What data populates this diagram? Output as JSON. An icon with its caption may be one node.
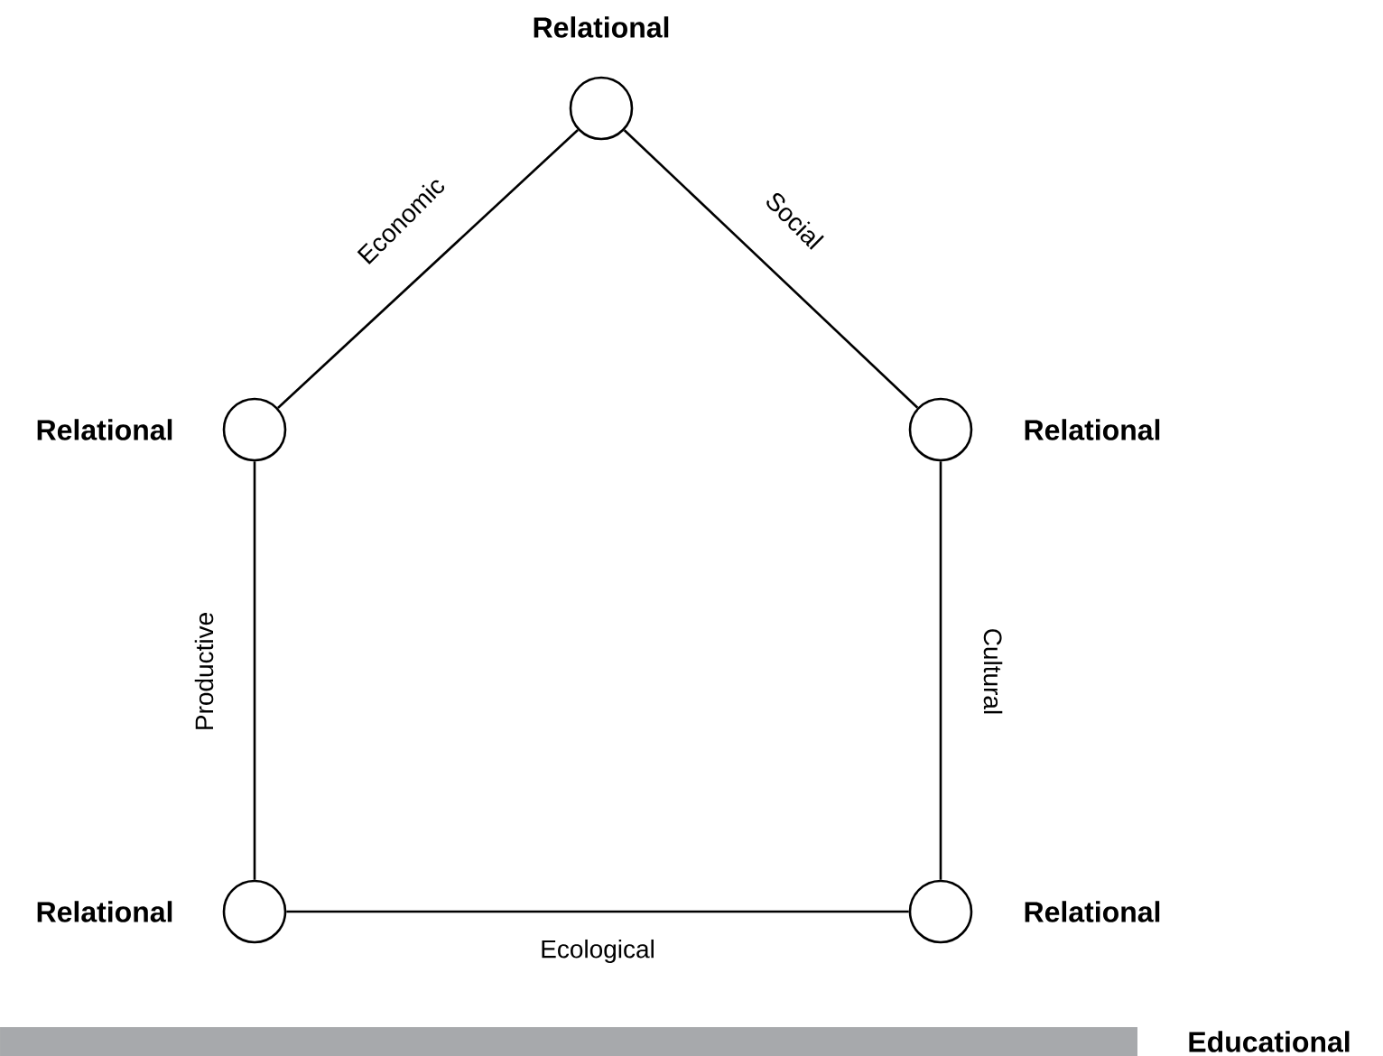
{
  "diagram": {
    "nodes": [
      {
        "text": [],
        "shape": "circle",
        "beside": [
          "Relational"
        ]
      },
      {
        "text": [],
        "shape": "circle",
        "beside": [
          "Relational"
        ]
      },
      {
        "text": [],
        "shape": "circle",
        "beside": [
          "Relational"
        ]
      },
      {
        "text": [],
        "shape": "circle",
        "beside": [
          "Relational"
        ]
      },
      {
        "text": [],
        "shape": "circle",
        "beside": [
          "Relational"
        ]
      },
      {
        "text": [],
        "shape": "bar",
        "beside": [
          "Educational"
        ]
      }
    ],
    "edges": [
      {
        "from": 1,
        "to": 0,
        "arrow": "none",
        "label": "Economic"
      },
      {
        "from": 0,
        "to": 2,
        "arrow": "none",
        "label": "Social"
      },
      {
        "from": 1,
        "to": 3,
        "arrow": "none",
        "label": "Productive"
      },
      {
        "from": 2,
        "to": 4,
        "arrow": "none",
        "label": "Cultural"
      },
      {
        "from": 3,
        "to": 4,
        "arrow": "none",
        "label": "Ecological"
      }
    ]
  }
}
